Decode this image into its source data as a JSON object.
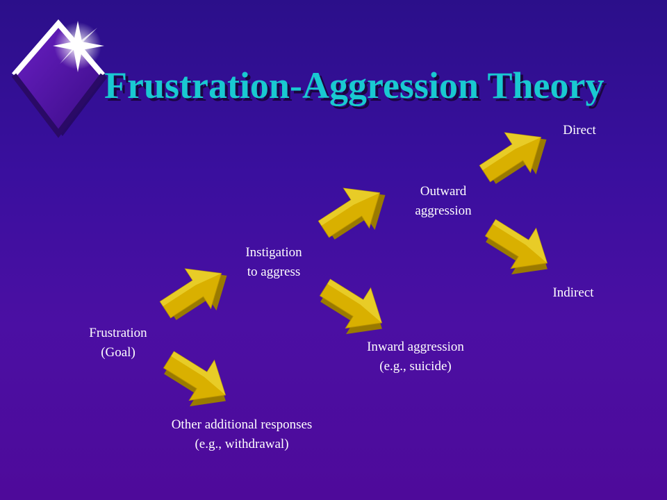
{
  "slide": {
    "title": "Frustration-Aggression Theory"
  },
  "nodes": {
    "frustration": {
      "line1": "Frustration",
      "line2": "(Goal)"
    },
    "other_responses": {
      "line1": "Other additional responses",
      "line2": "(e.g., withdrawal)"
    },
    "instigation": {
      "line1": "Instigation",
      "line2": "to aggress"
    },
    "inward": {
      "line1": "Inward aggression",
      "line2": "(e.g., suicide)"
    },
    "outward": {
      "line1": "Outward",
      "line2": "aggression"
    },
    "direct": {
      "line1": "Direct"
    },
    "indirect": {
      "line1": "Indirect"
    }
  },
  "colors": {
    "title": "#19c9d1",
    "arrow_top": "#f0dc3c",
    "arrow_front": "#d9b000",
    "arrow_dark": "#9a7a00",
    "text": "#ffffff"
  },
  "icons": {
    "logo": "diamond-star-icon",
    "arrow": "3d-arrow-icon"
  }
}
